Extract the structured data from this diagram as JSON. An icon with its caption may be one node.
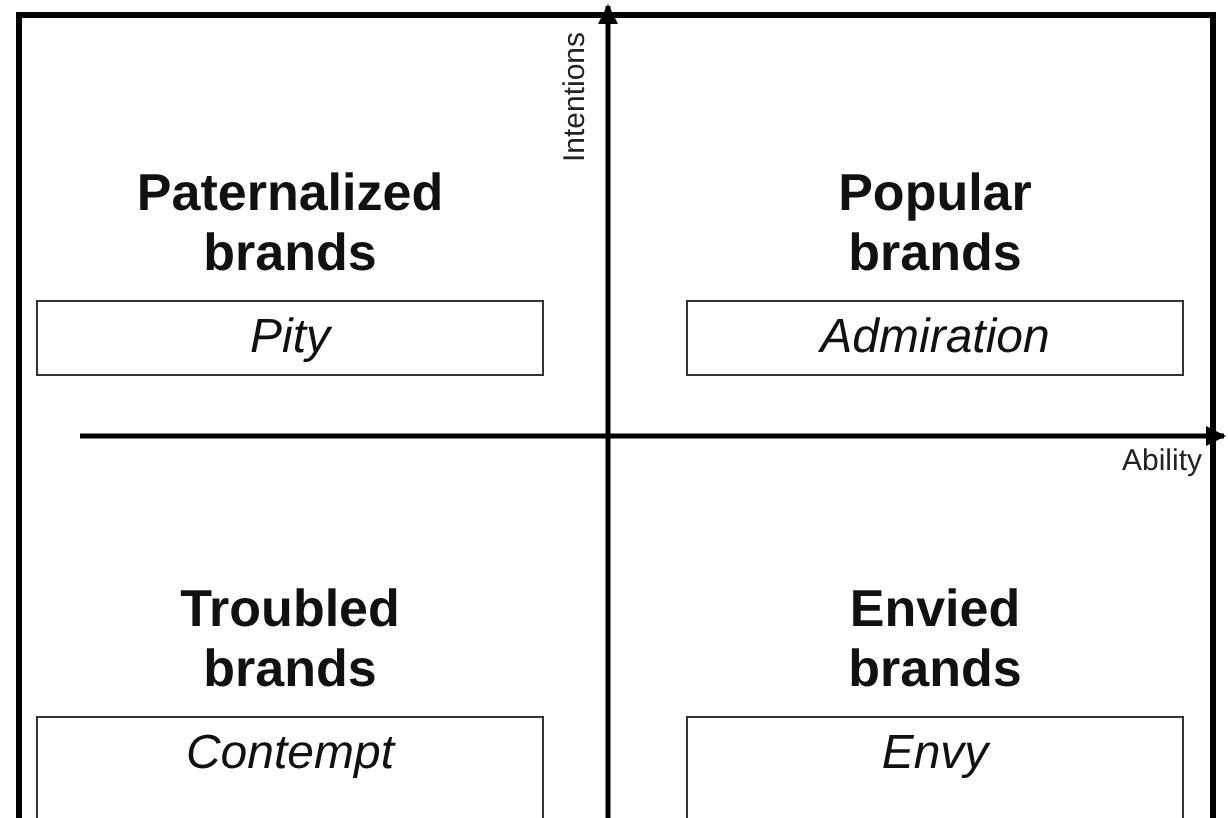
{
  "diagram": {
    "nodes": [
      {
        "text": [
          "Paternalized brands",
          "Pity"
        ]
      },
      {
        "text": [
          "Popular brands",
          "Admiration"
        ]
      },
      {
        "text": [
          "Troubled brands",
          "Contempt"
        ]
      },
      {
        "text": [
          "Envied brands",
          "Envy"
        ]
      }
    ],
    "labels": [
      "Intentions",
      "Ability"
    ]
  }
}
